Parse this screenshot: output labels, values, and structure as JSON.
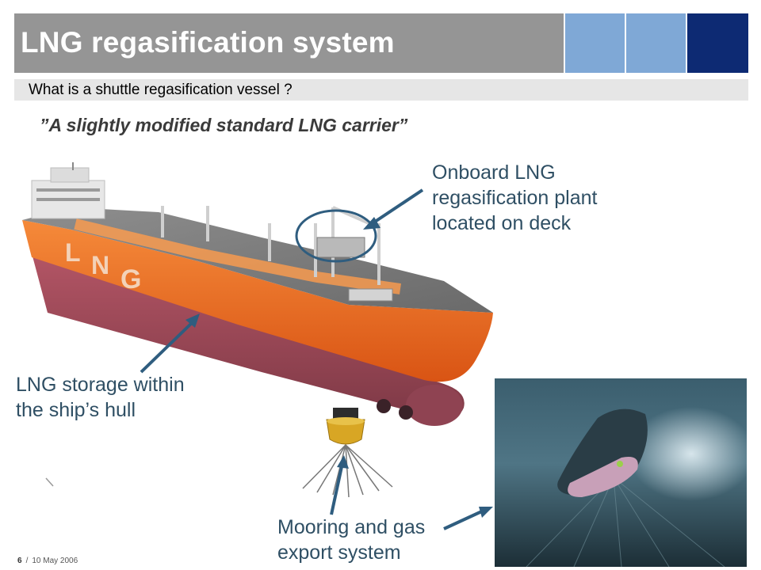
{
  "header": {
    "title": "LNG regasification system",
    "subtitle": "What is a shuttle regasification vessel ?",
    "accent_colors": [
      "#7fa8d6",
      "#7fa8d6",
      "#0d2a73"
    ]
  },
  "quote": "”A slightly modified standard LNG carrier”",
  "ship": {
    "hull_lettering": [
      "L",
      "N",
      "G"
    ]
  },
  "callouts": {
    "regas_plant": [
      "Onboard LNG",
      "regasification plant",
      "located on deck"
    ],
    "storage": [
      "LNG storage within",
      "the ship’s hull"
    ],
    "mooring": [
      "Mooring and gas",
      "export system"
    ]
  },
  "footer": {
    "page": "6",
    "separator": "/",
    "date": "10 May 2006"
  },
  "colors": {
    "title_bar": "#959595",
    "subtitle_bar": "#e6e6e6",
    "callout_text": "#2f4f64",
    "hull_orange": "#e8641e",
    "hull_lower": "#a04a5c"
  }
}
